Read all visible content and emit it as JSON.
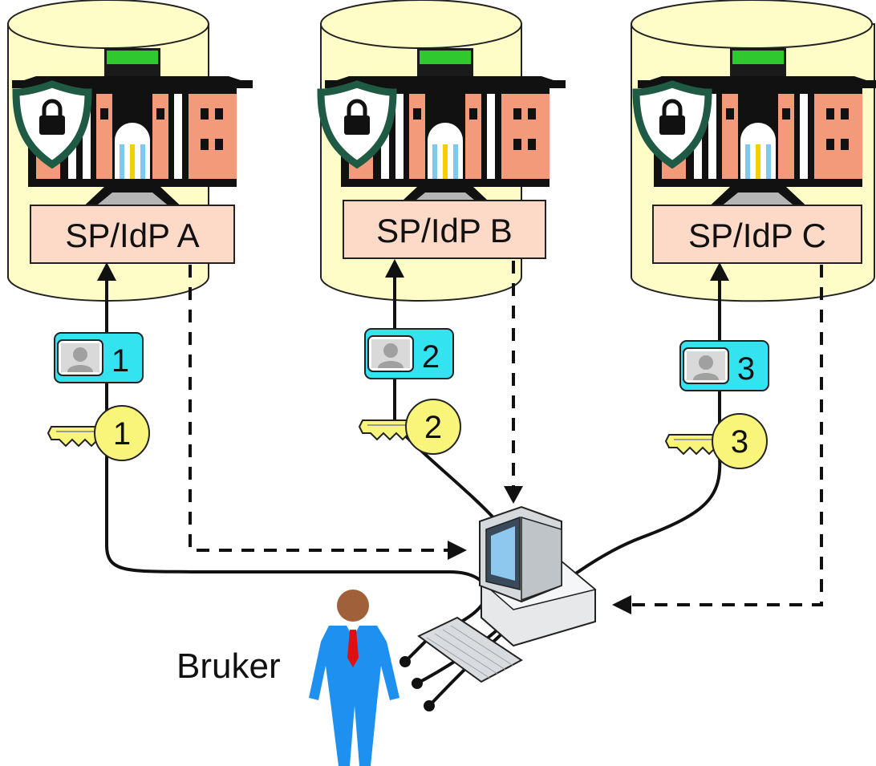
{
  "providers": [
    {
      "id": "a",
      "label": "SP/IdP A",
      "badge": "1",
      "key": "1"
    },
    {
      "id": "b",
      "label": "SP/IdP B",
      "badge": "2",
      "key": "2"
    },
    {
      "id": "c",
      "label": "SP/IdP C",
      "badge": "3",
      "key": "3"
    }
  ],
  "user": {
    "label": "Bruker"
  },
  "colors": {
    "cylinder": "#FEFDC8",
    "label_box": "#FDD9C8",
    "badge": "#33E3F0",
    "key": "#F8F57A",
    "roof": "#2FC82F",
    "wall": "#F39A7A",
    "shield": "#1F5A45",
    "person": "#1E90F0"
  },
  "icons": [
    "building-icon",
    "shield-lock-icon",
    "user-badge-icon",
    "key-icon",
    "computer-icon",
    "person-icon"
  ]
}
